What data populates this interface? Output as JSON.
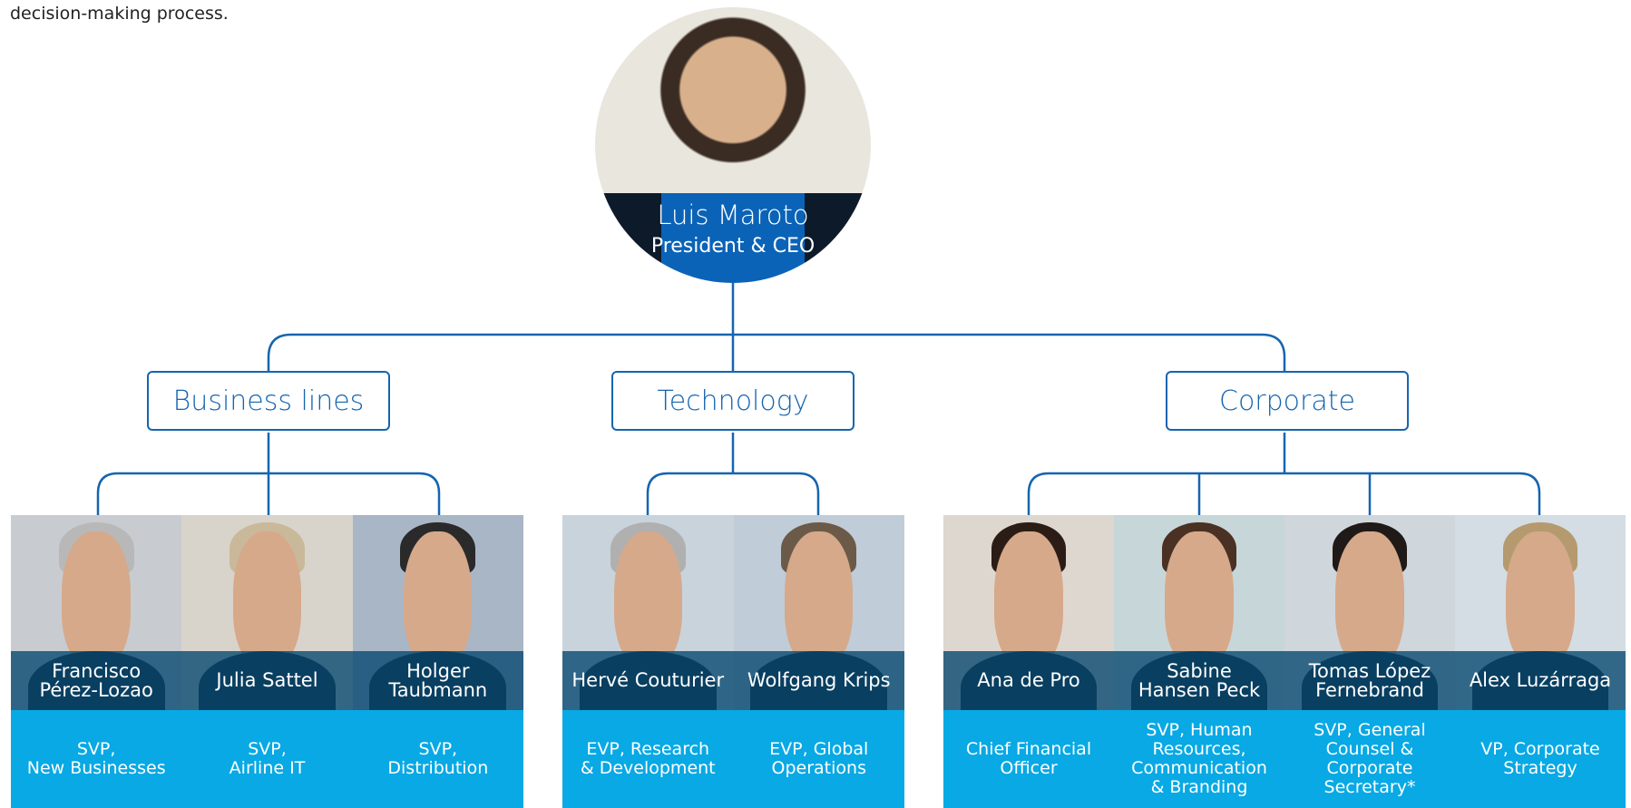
{
  "intro_text": "decision-making process.",
  "ceo": {
    "name": "Luis Maroto",
    "role": "President & CEO"
  },
  "categories": {
    "business": "Business lines",
    "technology": "Technology",
    "corporate": "Corporate"
  },
  "business_lines": [
    {
      "name": "Francisco\nPérez-Lozao",
      "title": "SVP,\nNew Businesses"
    },
    {
      "name": "Julia Sattel",
      "title": "SVP,\nAirline IT"
    },
    {
      "name": "Holger Taubmann",
      "title": "SVP,\nDistribution"
    }
  ],
  "technology": [
    {
      "name": "Hervé Couturier",
      "title": "EVP, Research\n& Development"
    },
    {
      "name": "Wolfgang Krips",
      "title": "EVP, Global\nOperations"
    }
  ],
  "corporate": [
    {
      "name": "Ana de Pro",
      "title": "Chief Financial\nOfficer"
    },
    {
      "name": "Sabine\nHansen Peck",
      "title": "SVP, Human\nResources,\nCommunication\n& Branding"
    },
    {
      "name": "Tomas López\nFernebrand",
      "title": "SVP, General\nCounsel & Corporate\nSecretary*"
    },
    {
      "name": "Alex Luzárraga",
      "title": "VP, Corporate\nStrategy"
    }
  ],
  "colors": {
    "line": "#1565b0",
    "title_box": "#08a9e4",
    "name_band": "#04466e"
  }
}
